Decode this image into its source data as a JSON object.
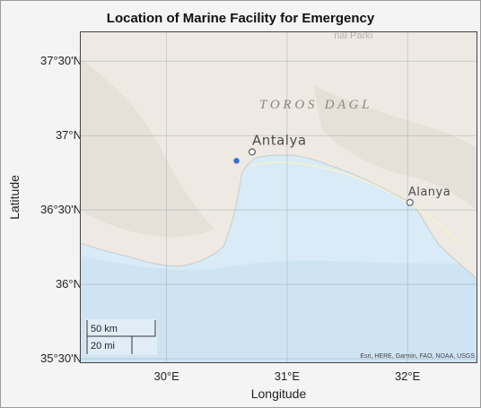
{
  "title": "Location of Marine Facility for Emergency",
  "axes": {
    "xlabel": "Longitude",
    "ylabel": "Latitude",
    "xticks": [
      {
        "label": "30°E",
        "lon": 30
      },
      {
        "label": "31°E",
        "lon": 31
      },
      {
        "label": "32°E",
        "lon": 32
      }
    ],
    "yticks": [
      {
        "label": "37°30'N",
        "lat": 37.5
      },
      {
        "label": "37°N",
        "lat": 37
      },
      {
        "label": "36°30'N",
        "lat": 36.5
      },
      {
        "label": "36°N",
        "lat": 36
      },
      {
        "label": "35°30'N",
        "lat": 35.5
      }
    ],
    "lon_range": [
      29.28,
      32.58
    ],
    "lat_range": [
      35.47,
      37.7
    ],
    "grid": true
  },
  "places": [
    {
      "label": "Antalya",
      "lon": 30.71,
      "lat": 36.89
    },
    {
      "label": "Alanya",
      "lon": 32.02,
      "lat": 36.55
    }
  ],
  "region_label": "T O R O S   D A G L",
  "park_label": "nal Parkı",
  "facility": {
    "lon": 30.58,
    "lat": 36.83,
    "color": "#3a6fd1"
  },
  "scalebar": {
    "km_label": "50 km",
    "mi_label": "20 mi"
  },
  "attribution": "Esri, HERE, Garmin, FAO, NOAA, USGS",
  "colors": {
    "sea": "#d8ebf6",
    "land": "#eeeae3",
    "grid": "#9aa4ad"
  }
}
